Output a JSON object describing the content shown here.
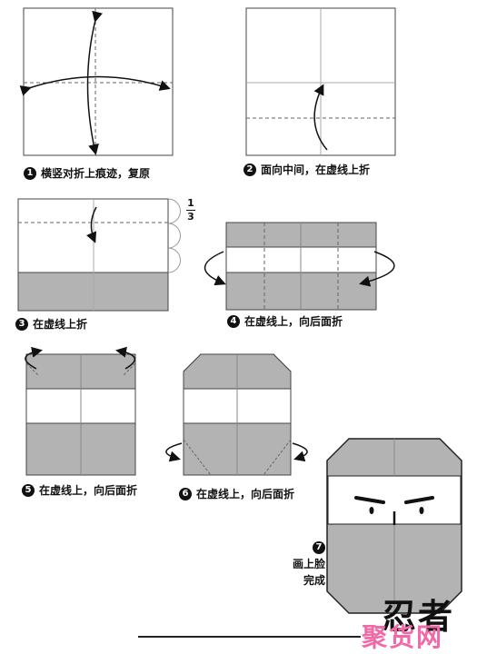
{
  "steps": [
    {
      "num": "1",
      "text": "横竖对折上痕迹，复原"
    },
    {
      "num": "2",
      "text": "面向中间，在虚线上折"
    },
    {
      "num": "3",
      "text": "在虚线上折"
    },
    {
      "num": "4",
      "text": "在虚线上，向后面折"
    },
    {
      "num": "5",
      "text": "在虚线上，向后面折"
    },
    {
      "num": "6",
      "text": "在虚线上，向后面折"
    },
    {
      "num": "7",
      "text_line1": "画上脸",
      "text_line2": "完成"
    }
  ],
  "fraction": {
    "numerator": "1",
    "denominator": "3"
  },
  "title": "忍者",
  "watermark": "聚货网",
  "colors": {
    "paper_gray": "#b3b3b3",
    "line": "#222222",
    "dash": "#666666"
  }
}
